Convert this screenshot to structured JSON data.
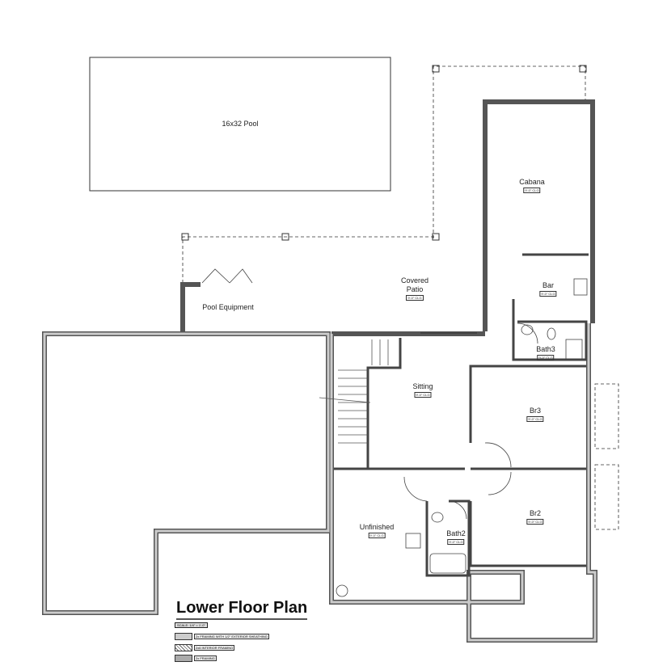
{
  "title": "Lower Floor Plan",
  "scale": "SCALE: 1/4\" = 1'-0\"",
  "legend": [
    {
      "label": "2x FRAMING WITH 1/2\" EXTERIOR SHEATHING",
      "style": "plain"
    },
    {
      "label": "2x6 INTERIOR FRAMING",
      "style": "hatch"
    },
    {
      "label": "2x FRAMING",
      "style": "dark"
    }
  ],
  "rooms": {
    "pool": {
      "name": "16x32 Pool"
    },
    "cabana": {
      "name": "Cabana",
      "ceiling": "9'-0\" CLG"
    },
    "patio": {
      "name": "Covered Patio",
      "ceiling": "9'-0\" CLG"
    },
    "pool_equipment": {
      "name": "Pool Equipment"
    },
    "bar": {
      "name": "Bar",
      "ceiling": "9'-0\" CLG"
    },
    "bath3": {
      "name": "Bath3",
      "ceiling": "9'-0\" CLG"
    },
    "sitting": {
      "name": "Sitting",
      "ceiling": "9'-0\" CLG"
    },
    "br3": {
      "name": "Br3",
      "ceiling": "9'-0\" CLG"
    },
    "br2": {
      "name": "Br2",
      "ceiling": "9'-0\" CLG"
    },
    "unfinished": {
      "name": "Unfinished",
      "ceiling": "9'-0\" CLG"
    },
    "bath2": {
      "name": "Bath2",
      "ceiling": "9'-0\" CLG"
    }
  },
  "colors": {
    "wall": "#9a9a9a",
    "line": "#333333"
  }
}
